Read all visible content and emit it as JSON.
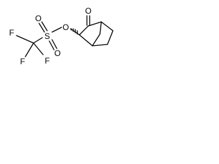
{
  "molecule": {
    "atoms": {
      "f1": "F",
      "f2": "F",
      "f3": "F",
      "s": "S",
      "o_sulfonyl_top": "O",
      "o_sulfonyl_bottom": "O",
      "o_ester": "O",
      "o_ketone": "O"
    }
  }
}
